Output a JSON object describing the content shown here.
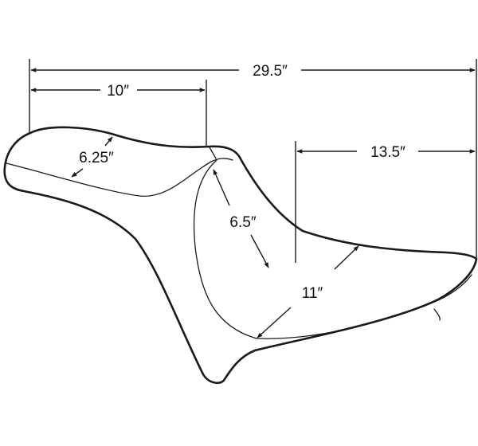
{
  "dimensions": {
    "overall_length": "29.5″",
    "driver_seat_length": "10″",
    "passenger_seat_length": "13.5″",
    "driver_seat_width": "6.25″",
    "backrest_height": "6.5″",
    "passenger_seat_width": "11″"
  }
}
